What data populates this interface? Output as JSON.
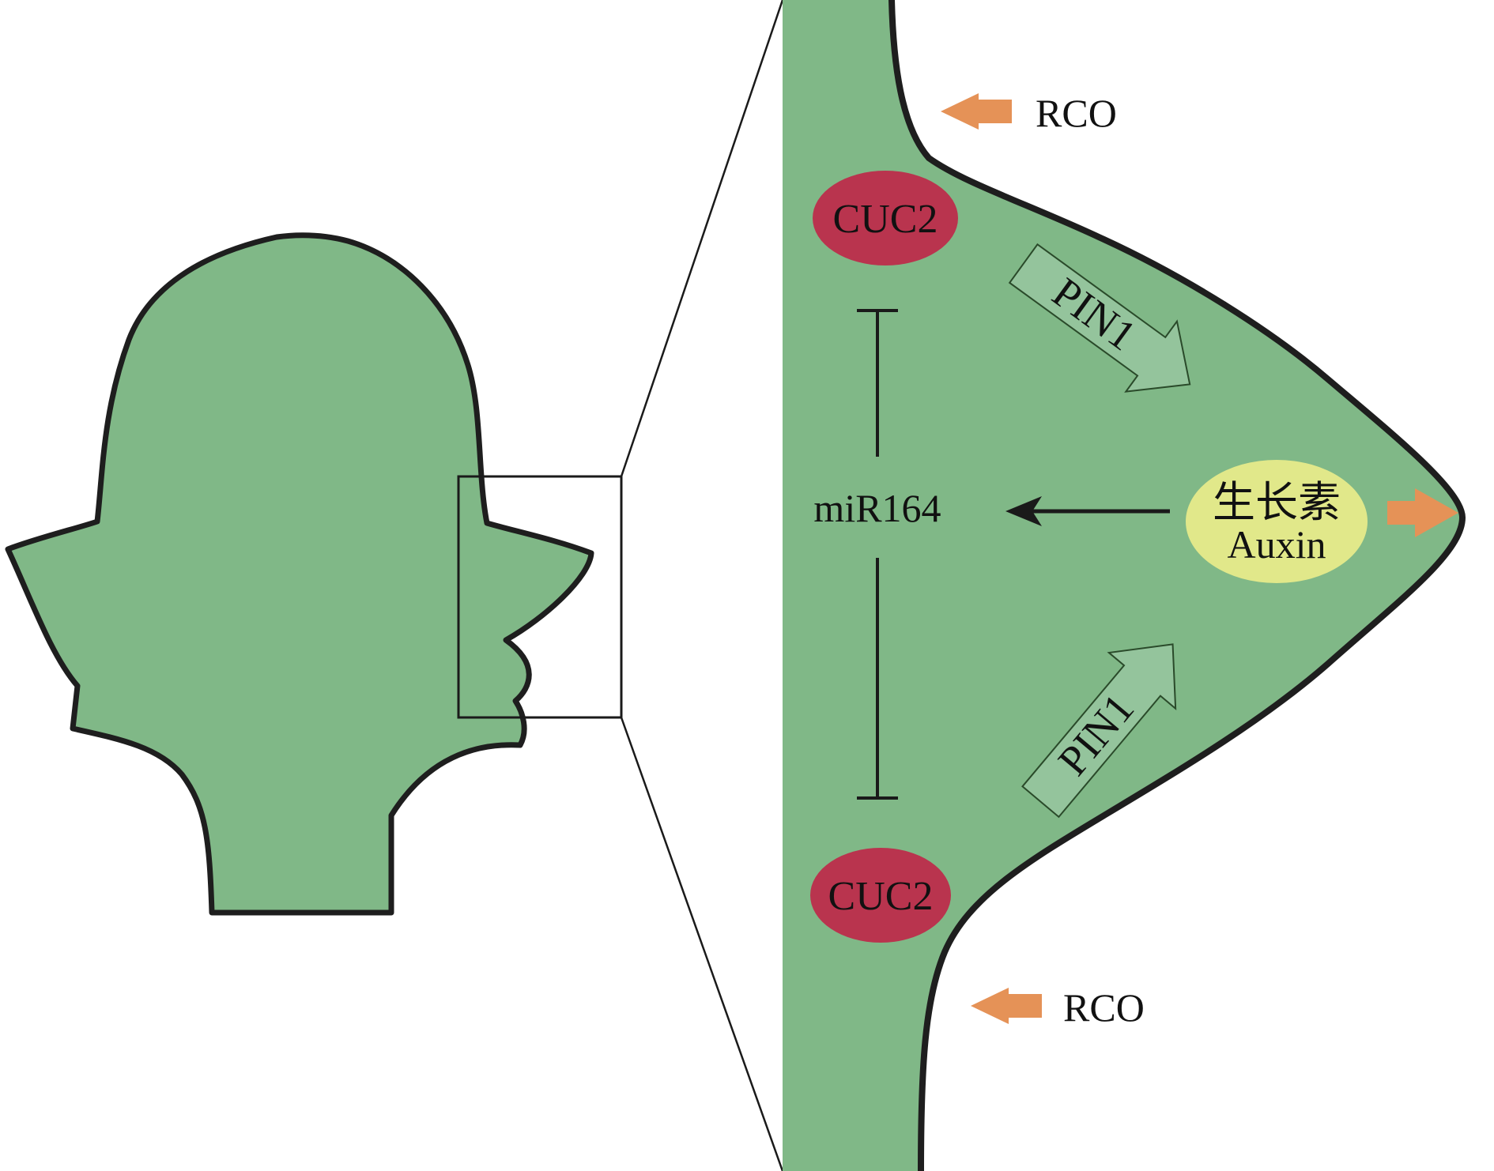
{
  "colors": {
    "leaf_fill": "#80b887",
    "leaf_outline": "#1e1e1e",
    "cuc2_fill": "#b9344e",
    "auxin_fill": "#e1e88a",
    "pin1_fill": "#94c49c",
    "arrow_orange": "#e59257",
    "line": "#1a1a1a"
  },
  "labels": {
    "rco_top": "RCO",
    "rco_bottom": "RCO",
    "cuc2_top": "CUC2",
    "cuc2_bottom": "CUC2",
    "pin1_top": "PIN1",
    "pin1_bottom": "PIN1",
    "mir164": "miR164",
    "auxin_cn": "生长素",
    "auxin_en": "Auxin"
  }
}
